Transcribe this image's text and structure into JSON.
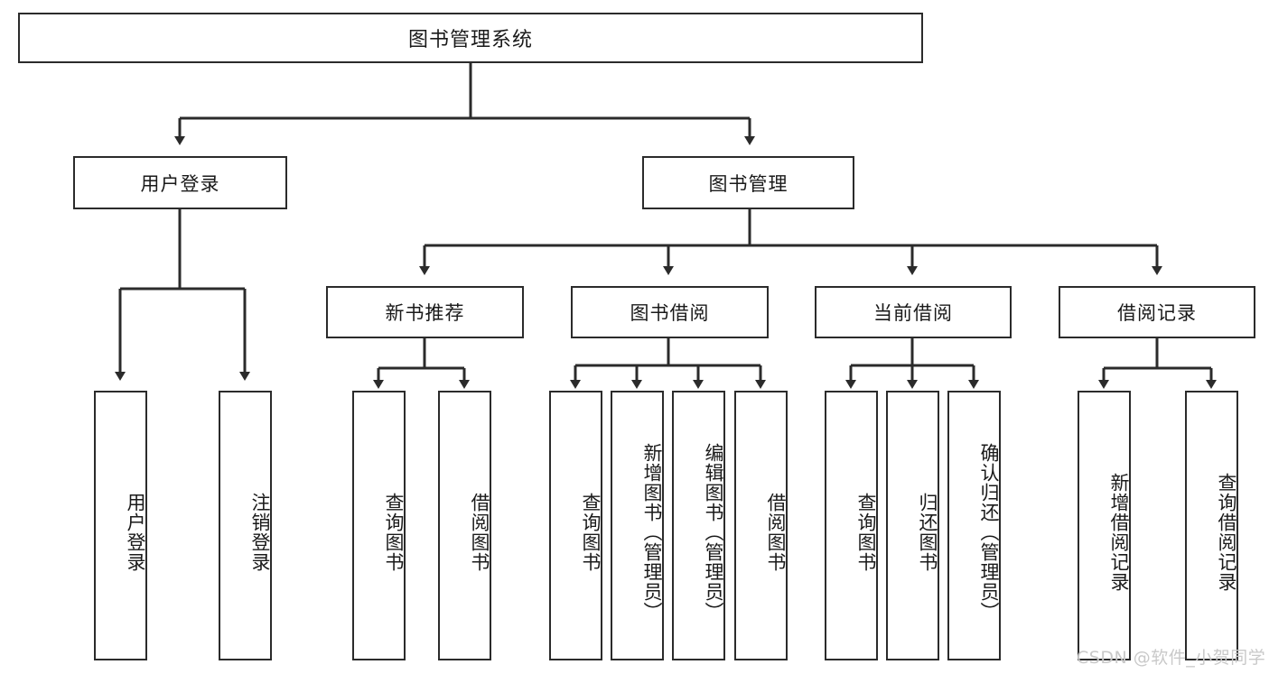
{
  "diagram": {
    "title": "图书管理系统",
    "type": "tree-hierarchy-functional-decomposition",
    "root": {
      "label": "图书管理系统"
    },
    "level1": [
      {
        "label": "用户登录"
      },
      {
        "label": "图书管理"
      }
    ],
    "level2": [
      {
        "label": "新书推荐"
      },
      {
        "label": "图书借阅"
      },
      {
        "label": "当前借阅"
      },
      {
        "label": "借阅记录"
      }
    ],
    "leaves": {
      "user_login": [
        {
          "label": "用户登录"
        },
        {
          "label": "注销登录"
        }
      ],
      "new_book_recommend": [
        {
          "label": "查询图书"
        },
        {
          "label": "借阅图书"
        }
      ],
      "book_borrow": [
        {
          "label": "查询图书"
        },
        {
          "label": "新增图书（管理员）"
        },
        {
          "label": "编辑图书（管理员）"
        },
        {
          "label": "借阅图书"
        }
      ],
      "current_borrow": [
        {
          "label": "查询图书"
        },
        {
          "label": "归还图书"
        },
        {
          "label": "确认归还（管理员）"
        }
      ],
      "borrow_record": [
        {
          "label": "新增借阅记录"
        },
        {
          "label": "查询借阅记录"
        }
      ]
    }
  },
  "watermark": {
    "text": "CSDN @软件_小贺同学"
  },
  "colors": {
    "stroke": "#2b2b2b",
    "fill": "#ffffff",
    "text": "#1a1a1a",
    "watermark": "#c9c9c9"
  }
}
